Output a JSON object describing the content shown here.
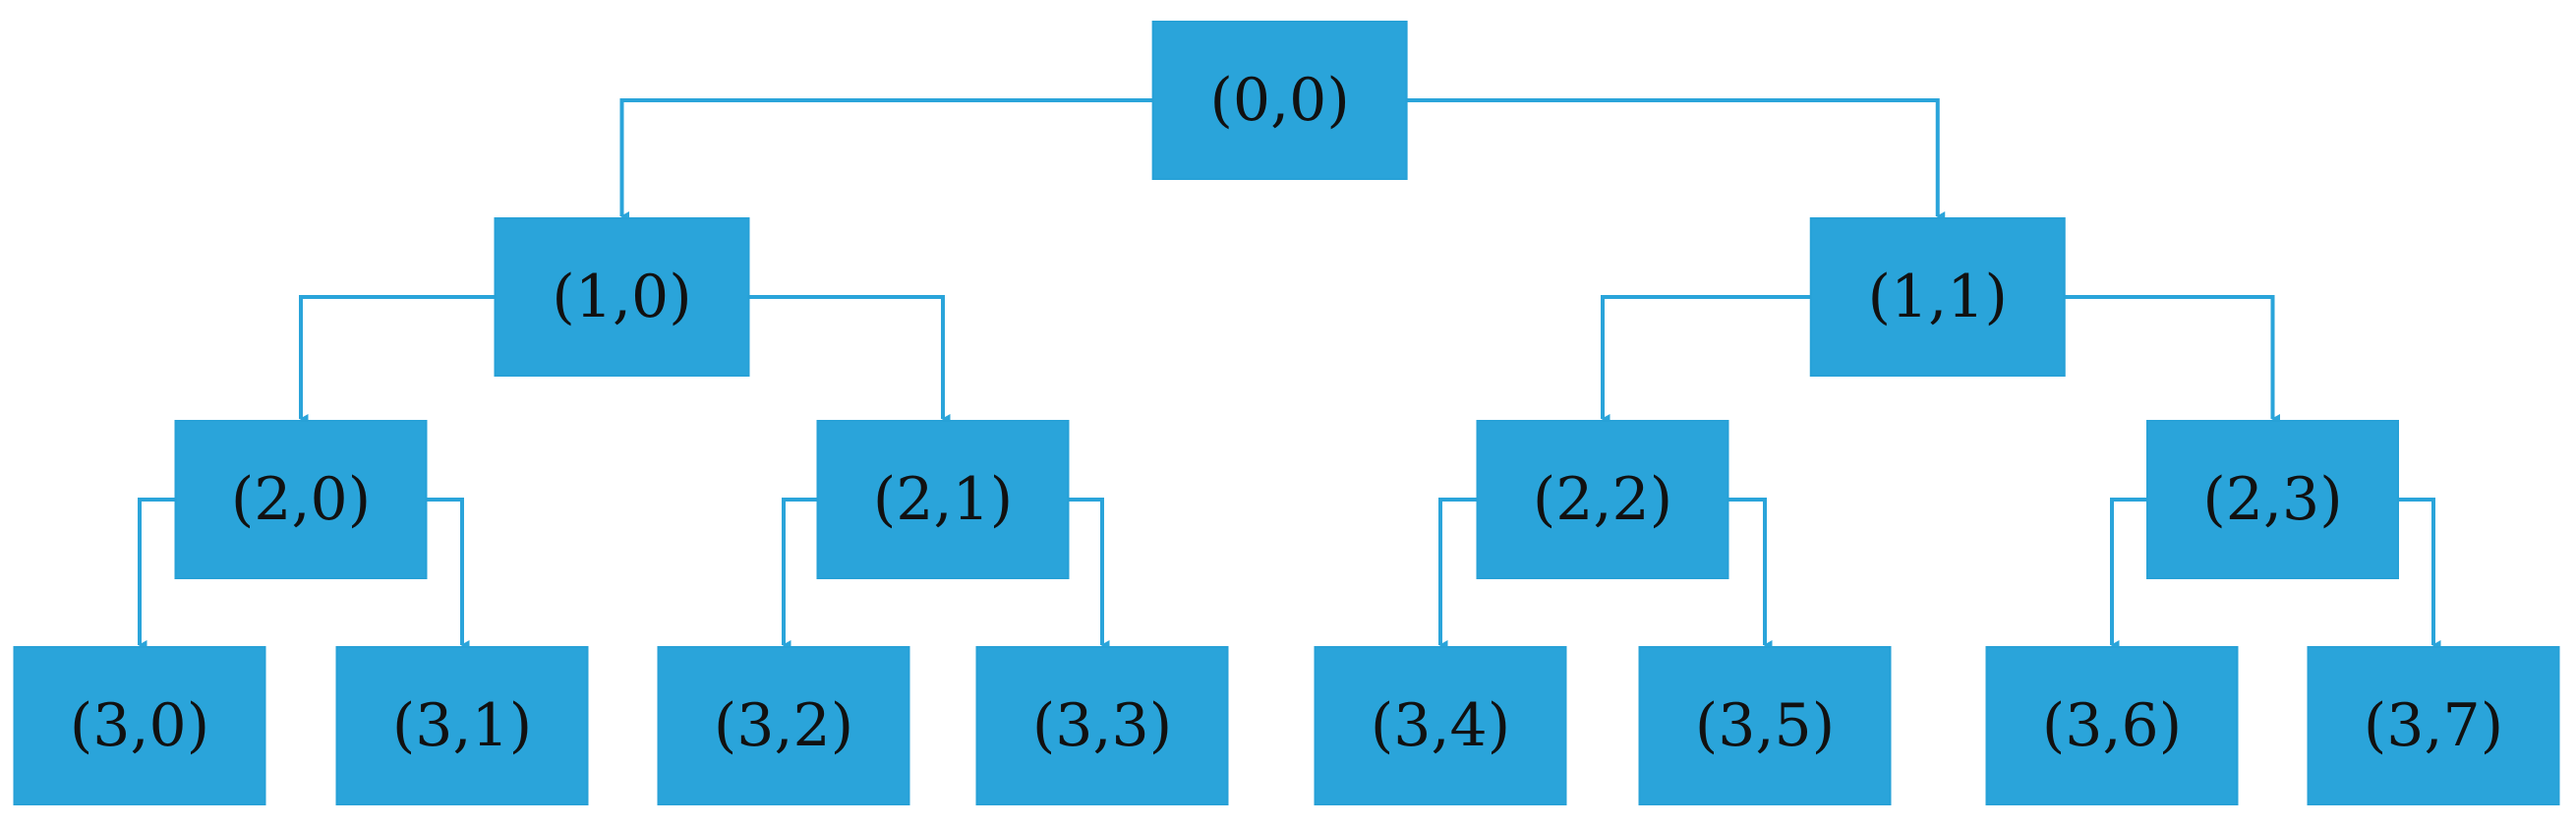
{
  "colors": {
    "node_fill": "#2aa4da",
    "line": "#2aa4da",
    "text": "#111111",
    "background": "#ffffff"
  },
  "nodes": [
    {
      "id": "0-0",
      "label": "(0,0)",
      "level": 0,
      "parent": null
    },
    {
      "id": "1-0",
      "label": "(1,0)",
      "level": 1,
      "parent": "0-0"
    },
    {
      "id": "1-1",
      "label": "(1,1)",
      "level": 1,
      "parent": "0-0"
    },
    {
      "id": "2-0",
      "label": "(2,0)",
      "level": 2,
      "parent": "1-0"
    },
    {
      "id": "2-1",
      "label": "(2,1)",
      "level": 2,
      "parent": "1-0"
    },
    {
      "id": "2-2",
      "label": "(2,2)",
      "level": 2,
      "parent": "1-1"
    },
    {
      "id": "2-3",
      "label": "(2,3)",
      "level": 2,
      "parent": "1-1"
    },
    {
      "id": "3-0",
      "label": "(3,0)",
      "level": 3,
      "parent": "2-0"
    },
    {
      "id": "3-1",
      "label": "(3,1)",
      "level": 3,
      "parent": "2-0"
    },
    {
      "id": "3-2",
      "label": "(3,2)",
      "level": 3,
      "parent": "2-1"
    },
    {
      "id": "3-3",
      "label": "(3,3)",
      "level": 3,
      "parent": "2-1"
    },
    {
      "id": "3-4",
      "label": "(3,4)",
      "level": 3,
      "parent": "2-2"
    },
    {
      "id": "3-5",
      "label": "(3,5)",
      "level": 3,
      "parent": "2-2"
    },
    {
      "id": "3-6",
      "label": "(3,6)",
      "level": 3,
      "parent": "2-3"
    },
    {
      "id": "3-7",
      "label": "(3,7)",
      "level": 3,
      "parent": "2-3"
    }
  ]
}
